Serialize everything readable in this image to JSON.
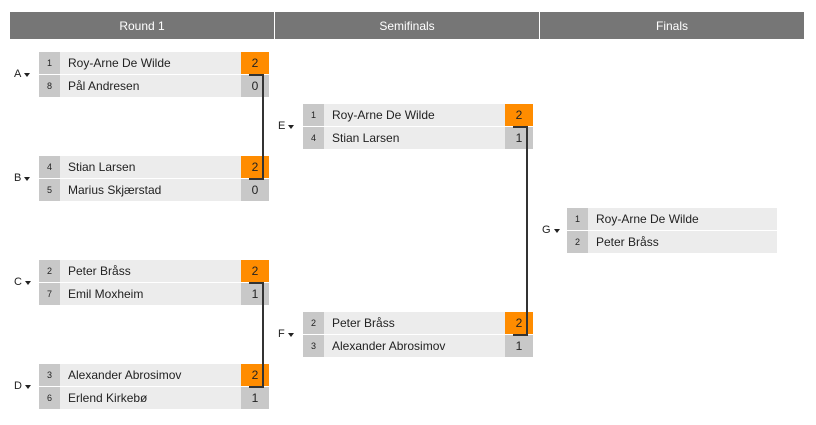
{
  "rounds": [
    "Round 1",
    "Semifinals",
    "Finals"
  ],
  "matches": {
    "A": {
      "label": "A",
      "teams": [
        {
          "seed": "1",
          "name": "Roy-Arne De Wilde",
          "score": "2",
          "winner": true
        },
        {
          "seed": "8",
          "name": "Pål Andresen",
          "score": "0",
          "winner": false
        }
      ]
    },
    "B": {
      "label": "B",
      "teams": [
        {
          "seed": "4",
          "name": "Stian Larsen",
          "score": "2",
          "winner": true
        },
        {
          "seed": "5",
          "name": "Marius Skjærstad",
          "score": "0",
          "winner": false
        }
      ]
    },
    "C": {
      "label": "C",
      "teams": [
        {
          "seed": "2",
          "name": "Peter Bråss",
          "score": "2",
          "winner": true
        },
        {
          "seed": "7",
          "name": "Emil Moxheim",
          "score": "1",
          "winner": false
        }
      ]
    },
    "D": {
      "label": "D",
      "teams": [
        {
          "seed": "3",
          "name": "Alexander Abrosimov",
          "score": "2",
          "winner": true
        },
        {
          "seed": "6",
          "name": "Erlend Kirkebø",
          "score": "1",
          "winner": false
        }
      ]
    },
    "E": {
      "label": "E",
      "teams": [
        {
          "seed": "1",
          "name": "Roy-Arne De Wilde",
          "score": "2",
          "winner": true
        },
        {
          "seed": "4",
          "name": "Stian Larsen",
          "score": "1",
          "winner": false
        }
      ]
    },
    "F": {
      "label": "F",
      "teams": [
        {
          "seed": "2",
          "name": "Peter Bråss",
          "score": "2",
          "winner": true
        },
        {
          "seed": "3",
          "name": "Alexander Abrosimov",
          "score": "1",
          "winner": false
        }
      ]
    },
    "G": {
      "label": "G",
      "teams": [
        {
          "seed": "1",
          "name": "Roy-Arne De Wilde"
        },
        {
          "seed": "2",
          "name": "Peter Bråss"
        }
      ]
    }
  },
  "colors": {
    "winner_score": "#ff8c00",
    "header": "#767676"
  }
}
